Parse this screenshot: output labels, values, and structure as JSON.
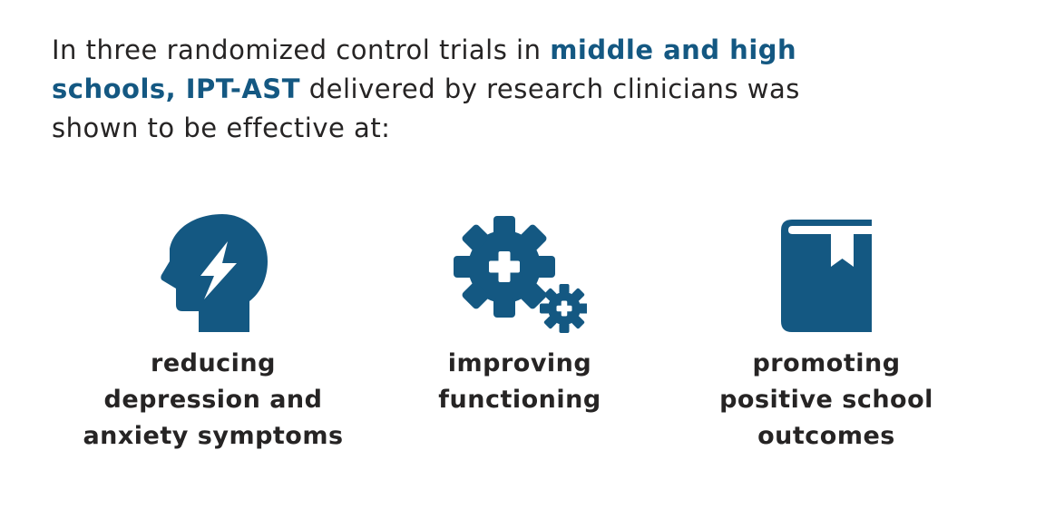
{
  "page": {
    "accent_color": "#145882",
    "text_color": "#262424",
    "background_color": "#ffffff"
  },
  "header": {
    "segments": [
      {
        "text": "In three randomized control trials in ",
        "bold": false
      },
      {
        "text": "middle and high\nschools, IPT-AST",
        "bold": true
      },
      {
        "text": " delivered by research clinicians was\nshown to be effective at:",
        "bold": false
      }
    ]
  },
  "columns": [
    {
      "id": "outcome-depression",
      "icon": "head-lightning-icon",
      "caption": "reducing\ndepression and\nanxiety symptoms"
    },
    {
      "id": "outcome-functioning",
      "icon": "gears-medical-icon",
      "caption": "improving\nfunctioning"
    },
    {
      "id": "outcome-school",
      "icon": "book-bookmark-icon",
      "caption": "promoting\npositive school\noutcomes"
    }
  ]
}
